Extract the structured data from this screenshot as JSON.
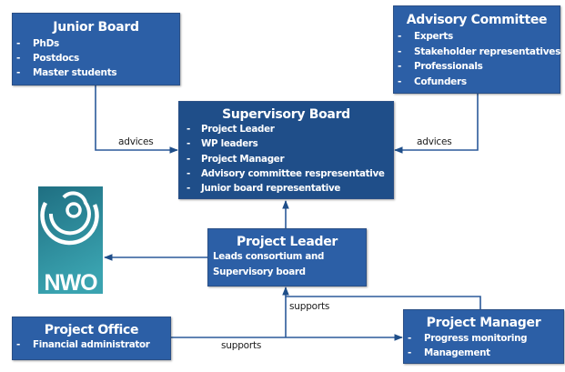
{
  "diagram": {
    "boxes": {
      "junior_board": {
        "title": "Junior Board",
        "items": [
          "PhDs",
          "Postdocs",
          "Master students"
        ]
      },
      "advisory_committee": {
        "title": "Advisory Committee",
        "items": [
          "Experts",
          "Stakeholder representatives",
          "Professionals",
          "Cofunders"
        ]
      },
      "supervisory_board": {
        "title": "Supervisory Board",
        "items": [
          "Project Leader",
          "WP leaders",
          "Project Manager",
          "Advisory committee respresentative",
          "Junior board representative"
        ]
      },
      "project_leader": {
        "title": "Project Leader",
        "description_lines": [
          "Leads consortium and",
          "Supervisory board"
        ]
      },
      "project_office": {
        "title": "Project Office",
        "items": [
          "Financial administrator"
        ]
      },
      "project_manager": {
        "title": "Project Manager",
        "items": [
          "Progress monitoring",
          "Management"
        ]
      }
    },
    "edges": [
      {
        "from": "junior_board",
        "to": "supervisory_board",
        "label": "advices"
      },
      {
        "from": "advisory_committee",
        "to": "supervisory_board",
        "label": "advices"
      },
      {
        "from": "project_leader",
        "to": "supervisory_board",
        "label": ""
      },
      {
        "from": "project_leader",
        "to": "nwo_logo",
        "label": ""
      },
      {
        "from": "project_manager",
        "to": "project_leader",
        "label": "supports"
      },
      {
        "from": "project_office",
        "to": "project_manager",
        "label": "supports"
      }
    ],
    "logo": {
      "name": "NWO",
      "text": "NWO"
    },
    "colors": {
      "box_fill": "#2c5fa6",
      "box_fill_dark": "#1f4e89",
      "line": "#2b5a9a",
      "logo_teal": "#2e8a98",
      "text_light": "#ffffff",
      "text_dark": "#1a1a1a"
    }
  }
}
